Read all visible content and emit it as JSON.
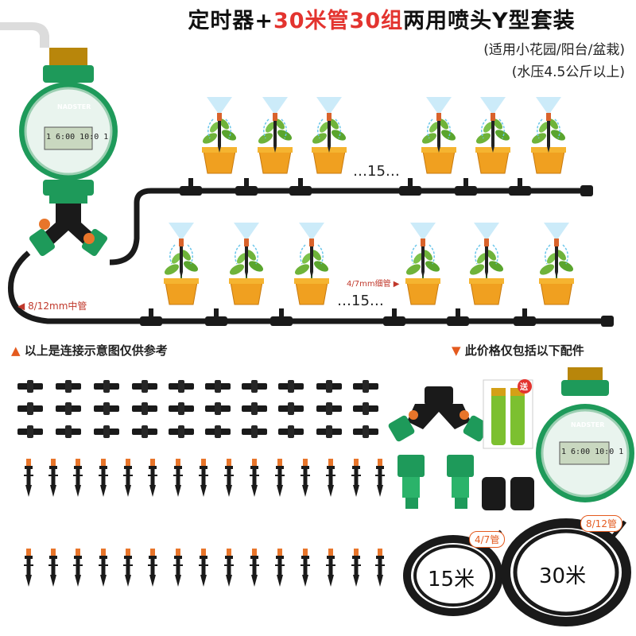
{
  "title": {
    "part1": "定时器+",
    "part2": "30米管30组",
    "part3": "两用喷头Y型套装"
  },
  "subtitle1": "(适用小花园/阳台/盆栽)",
  "subtitle2": "(水压4.5公斤以上)",
  "timer_brand": "NADSTER",
  "timer_display": "1 6:00 10:0 1",
  "dots_top": "…15…",
  "dots_bottom": "…15…",
  "label_main_pipe": "8/12mm中管",
  "label_thin_pipe": "4/7mm细管",
  "note_left": "以上是连接示意图仅供参考",
  "note_right": "此价格仅包括以下配件",
  "note_triangle_up": "▲",
  "note_triangle_down": "▼",
  "gift_tag": "送",
  "hose_small_tag": "4/7管",
  "hose_big_tag": "8/12管",
  "hose_small_len": "15米",
  "hose_big_len": "30米",
  "colors": {
    "green": "#1e9a5a",
    "orange": "#e8752a",
    "black": "#1a1a1a",
    "red": "#e3342f"
  }
}
